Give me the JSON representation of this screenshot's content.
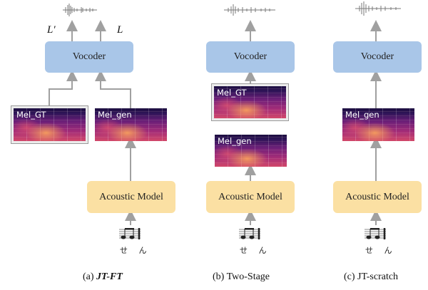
{
  "panels": [
    {
      "caption_prefix": "(a) ",
      "caption_emph": "JT-FT",
      "vocoder_label": "Vocoder",
      "acoustic_label": "Acoustic Model",
      "mel_gt_label": "Mel_GT",
      "mel_gen_label": "Mel_gen",
      "loss_left": "L′",
      "loss_right": "L",
      "kana": "せ ん"
    },
    {
      "caption": "(b) Two-Stage",
      "vocoder_label": "Vocoder",
      "acoustic_label": "Acoustic Model",
      "mel_gt_label": "Mel_GT",
      "mel_gen_label": "Mel_gen",
      "kana": "せ ん"
    },
    {
      "caption": "(c) JT-scratch",
      "vocoder_label": "Vocoder",
      "acoustic_label": "Acoustic Model",
      "mel_gen_label": "Mel_gen",
      "kana": "せ ん"
    }
  ],
  "colors": {
    "vocoder": "#a9c6e8",
    "acoustic": "#fbe0a3",
    "arrow": "#a0a0a0"
  },
  "icons": [
    "waveform-icon",
    "music-score-icon"
  ]
}
